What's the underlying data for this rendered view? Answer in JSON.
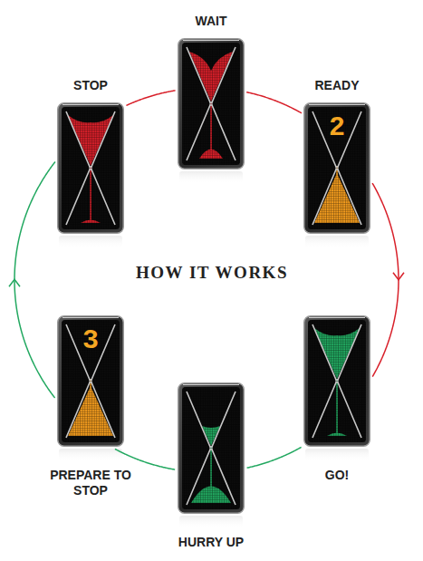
{
  "diagram": {
    "title": "HOW IT WORKS",
    "nodes": [
      {
        "text": [
          "WAIT"
        ]
      },
      {
        "text": [
          "READY",
          "2"
        ]
      },
      {
        "text": [
          "GO!"
        ]
      },
      {
        "text": [
          "HURRY UP"
        ]
      },
      {
        "text": [
          "3",
          "PREPARE TO STOP"
        ]
      },
      {
        "text": [
          "STOP"
        ]
      }
    ],
    "edges": [
      {
        "from": 0,
        "to": 1,
        "arrow": "none"
      },
      {
        "from": 1,
        "to": 2,
        "arrow": "to"
      },
      {
        "from": 2,
        "to": 3,
        "arrow": "none"
      },
      {
        "from": 3,
        "to": 4,
        "arrow": "none"
      },
      {
        "from": 4,
        "to": 5,
        "arrow": "to"
      },
      {
        "from": 5,
        "to": 0,
        "arrow": "none"
      }
    ]
  }
}
